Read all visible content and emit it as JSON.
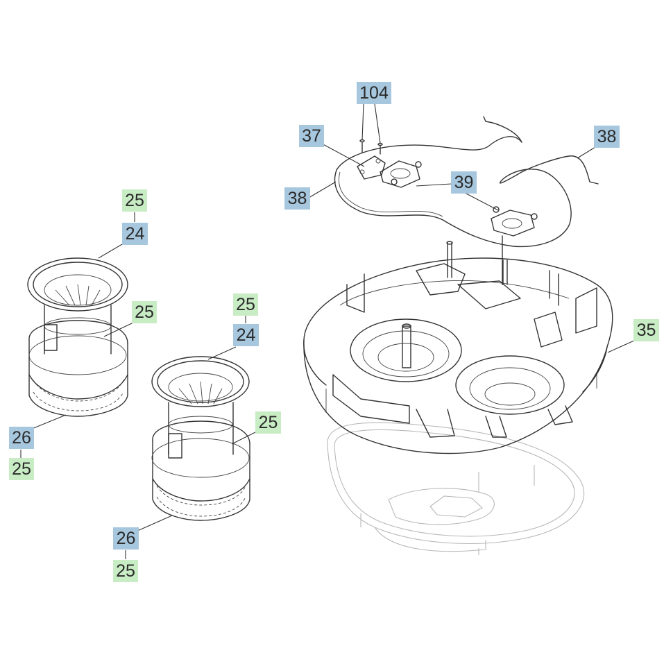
{
  "diagram": {
    "labels": {
      "l104": "104",
      "l37": "37",
      "l38a": "38",
      "l38b": "38",
      "l39": "39",
      "l35": "35",
      "l25a": "25",
      "l24a": "24",
      "l25b": "25",
      "l26a": "26",
      "l25c": "25",
      "l25d": "25",
      "l24b": "24",
      "l25e": "25",
      "l26b": "26",
      "l25f": "25"
    },
    "colors": {
      "blue_label": "#a7c7de",
      "green_label": "#c8ecc4",
      "line": "#333333",
      "ghost_line": "#b8b8b8"
    }
  }
}
